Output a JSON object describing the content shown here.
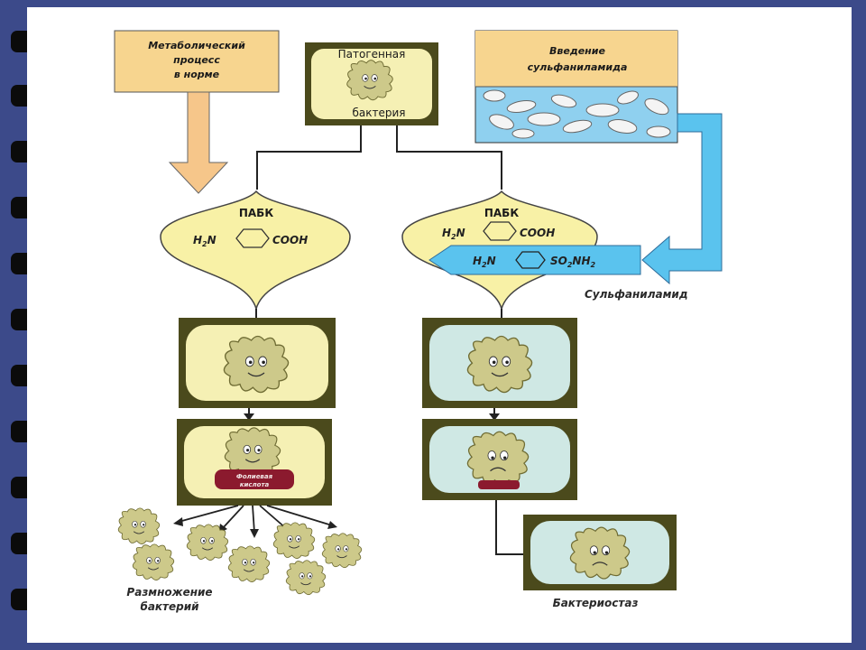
{
  "norm_box": {
    "line1": "Метаболический",
    "line2": "процесс",
    "line3": "в норме"
  },
  "bacteria_box": {
    "top": "Патогенная",
    "bottom": "бактерия"
  },
  "sulfa_box": {
    "line1": "Введение",
    "line2": "сульфаниламида"
  },
  "left_flask": {
    "title": "ПАБК",
    "left": "H",
    "sub": "2",
    "n": "N",
    "right": "COOH"
  },
  "right_flask": {
    "title": "ПАБК",
    "left": "H",
    "sub": "2",
    "n": "N",
    "right": "COOH"
  },
  "sulfa_arrow": {
    "left": "H",
    "sub": "2",
    "n": "N",
    "right_a": "SO",
    "right_sub": "2",
    "right_b": "NH",
    "right_sub2": "2"
  },
  "sulfa_label": "Сульфаниламид",
  "folic_label": {
    "line1": "Фолиевая",
    "line2": "кислота"
  },
  "caption_left": {
    "line1": "Размножение",
    "line2": "бактерий"
  },
  "caption_right": "Бактериостаз",
  "colors": {
    "frame": "#3c4a8a",
    "box_tan": "#f7d58f",
    "box_blue_top": "#f7d58f",
    "pill_water": "#8fd0ef",
    "flask": "#f8f1a6",
    "olive": "#4b4a1c",
    "bacteria": "#cdc98a",
    "arrow_orange": "#f6c68a",
    "arrow_blue": "#5ac3ee",
    "screen_light": "#f5f0b4",
    "screen_blue": "#cfe8e4",
    "folic": "#8b1a2e"
  }
}
